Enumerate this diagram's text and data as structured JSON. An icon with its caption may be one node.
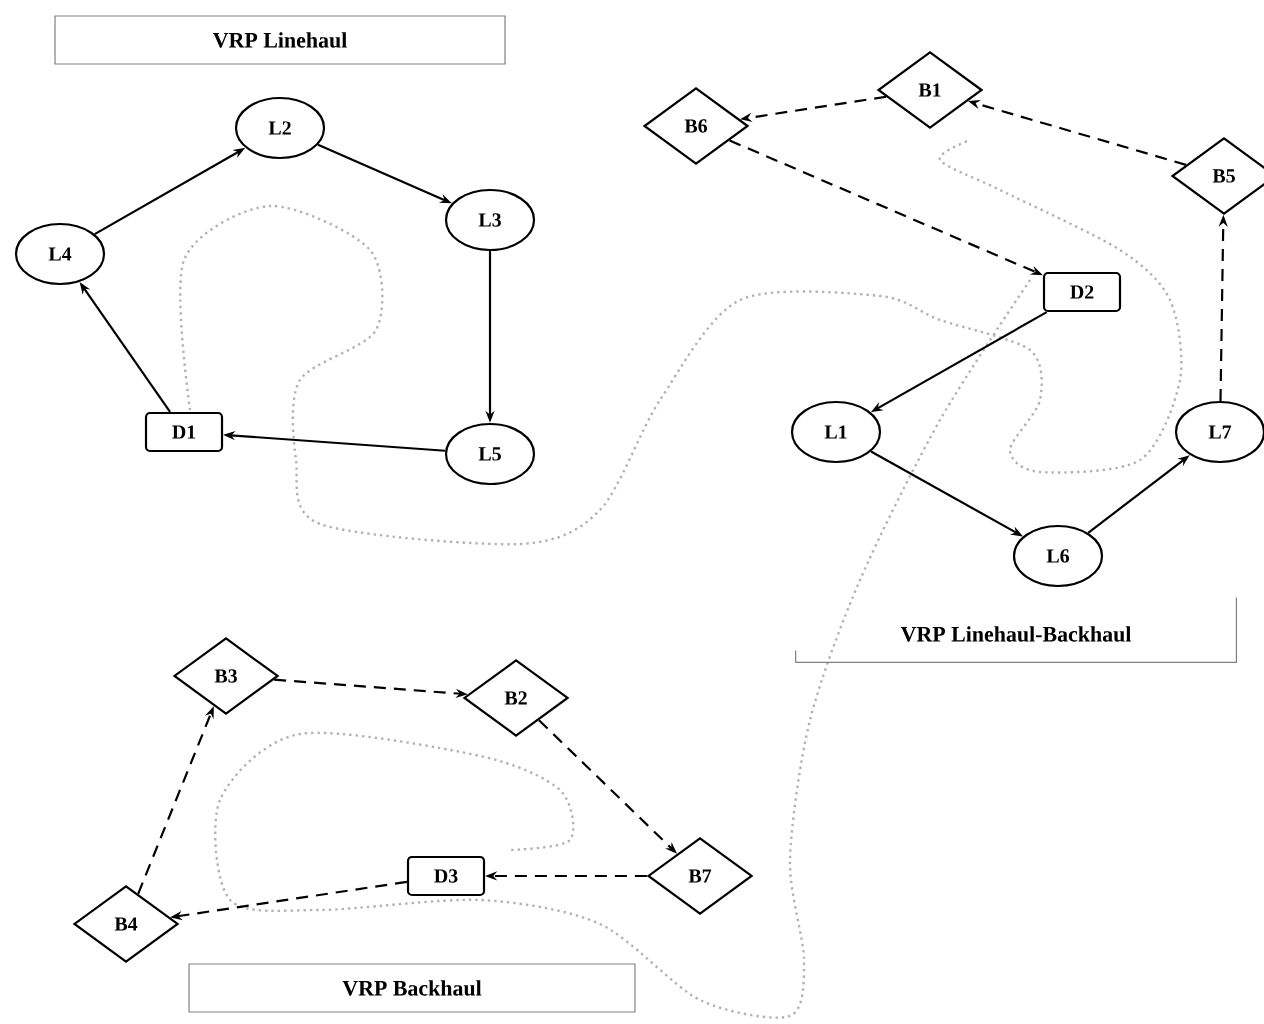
{
  "diagram": {
    "nodes": [
      {
        "text": [
          "VRP Linehaul"
        ]
      },
      {
        "text": [
          "L2"
        ]
      },
      {
        "text": [
          "L3"
        ]
      },
      {
        "text": [
          "L4"
        ]
      },
      {
        "text": [
          "L5"
        ]
      },
      {
        "text": [
          "D1"
        ]
      },
      {
        "text": [
          "B1"
        ]
      },
      {
        "text": [
          "B6"
        ]
      },
      {
        "text": [
          "B5"
        ]
      },
      {
        "text": [
          "D2"
        ]
      },
      {
        "text": [
          "L1"
        ]
      },
      {
        "text": [
          "L7"
        ]
      },
      {
        "text": [
          "L6"
        ]
      },
      {
        "text": [
          "VRP Linehaul-Backhaul"
        ]
      },
      {
        "text": [
          "B3"
        ]
      },
      {
        "text": [
          "B2"
        ]
      },
      {
        "text": [
          "B7"
        ]
      },
      {
        "text": [
          "D3"
        ]
      },
      {
        "text": [
          "B4"
        ]
      },
      {
        "text": [
          "VRP Backhaul"
        ]
      }
    ],
    "edges": [
      {
        "from": 3,
        "to": 1,
        "arrow": "to"
      },
      {
        "from": 1,
        "to": 2,
        "arrow": "to"
      },
      {
        "from": 2,
        "to": 4,
        "arrow": "to"
      },
      {
        "from": 4,
        "to": 5,
        "arrow": "to"
      },
      {
        "from": 5,
        "to": 3,
        "arrow": "to"
      },
      {
        "from": 9,
        "to": 10,
        "arrow": "to"
      },
      {
        "from": 10,
        "to": 12,
        "arrow": "to"
      },
      {
        "from": 12,
        "to": 11,
        "arrow": "to"
      },
      {
        "from": 11,
        "to": 8,
        "arrow": "to",
        "style": "dashed"
      },
      {
        "from": 8,
        "to": 6,
        "arrow": "to",
        "style": "dashed"
      },
      {
        "from": 6,
        "to": 7,
        "arrow": "to",
        "style": "dashed"
      },
      {
        "from": 7,
        "to": 9,
        "arrow": "to",
        "style": "dashed"
      },
      {
        "from": 18,
        "to": 14,
        "arrow": "to",
        "style": "dashed"
      },
      {
        "from": 14,
        "to": 15,
        "arrow": "to",
        "style": "dashed"
      },
      {
        "from": 15,
        "to": 16,
        "arrow": "to",
        "style": "dashed"
      },
      {
        "from": 16,
        "to": 17,
        "arrow": "to",
        "style": "dashed"
      },
      {
        "from": 17,
        "to": 18,
        "arrow": "to",
        "style": "dashed"
      }
    ]
  }
}
